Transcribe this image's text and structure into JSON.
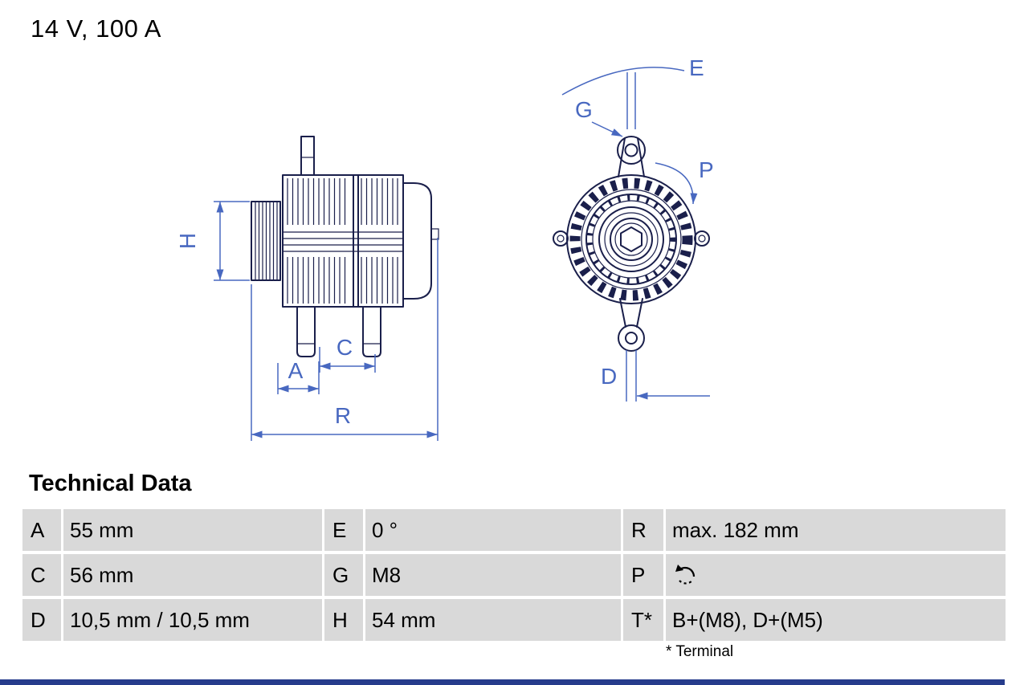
{
  "page": {
    "title": "14 V, 100 A"
  },
  "diagram": {
    "labels": {
      "H": "H",
      "A": "A",
      "C": "C",
      "R": "R",
      "E": "E",
      "G": "G",
      "P": "P",
      "D": "D"
    }
  },
  "table": {
    "heading": "Technical Data",
    "rows": [
      {
        "cells": [
          {
            "key": "A",
            "value": "55 mm"
          },
          {
            "key": "E",
            "value": "0 °"
          },
          {
            "key": "R",
            "value": "max. 182 mm"
          }
        ]
      },
      {
        "cells": [
          {
            "key": "C",
            "value": "56 mm"
          },
          {
            "key": "G",
            "value": "M8"
          },
          {
            "key": "P",
            "value": "",
            "icon": "rotation-direction-icon"
          }
        ]
      },
      {
        "cells": [
          {
            "key": "D",
            "value": "10,5 mm / 10,5 mm"
          },
          {
            "key": "H",
            "value": "54 mm"
          },
          {
            "key": "T*",
            "value": "B+(M8), D+(M5)"
          }
        ]
      }
    ],
    "footnote": "* Terminal"
  },
  "colors": {
    "drawing_outline": "#1a1f4b",
    "dimension_blue": "#4868c0",
    "table_cell_bg": "#d9d9d9",
    "footer_bar": "#263c8c",
    "text": "#000000"
  }
}
